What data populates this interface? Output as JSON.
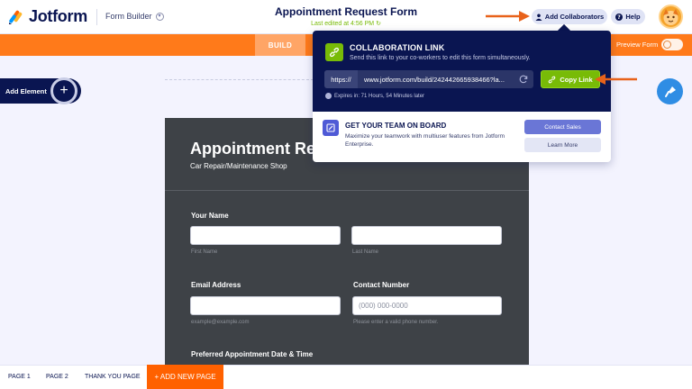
{
  "header": {
    "brand": "Jotform",
    "builder_menu": "Form Builder",
    "form_title": "Appointment Request Form",
    "last_edited": "Last edited at 4:56 PM",
    "add_collaborators": "Add Collaborators",
    "help": "Help"
  },
  "toolbar": {
    "build_tab": "BUILD",
    "preview_form": "Preview Form"
  },
  "sidebar": {
    "add_element": "Add Element"
  },
  "collab_popup": {
    "title": "COLLABORATION LINK",
    "description": "Send this link to your co-workers to edit this form simultaneously.",
    "url_prefix": "https://",
    "url": "www.jotform.com/build/242442665938466?la...",
    "copy_link": "Copy Link",
    "expires": "Expires in: 71 Hours, 54 Minutes later",
    "team_title": "GET YOUR TEAM ON BOARD",
    "team_description": "Maximize your teamwork with multiuser features from Jotform Enterprise.",
    "contact_sales": "Contact Sales",
    "learn_more": "Learn More"
  },
  "form": {
    "heading": "Appointment Req",
    "subheading": "Car Repair/Maintenance Shop",
    "name_label": "Your Name",
    "first_name_hint": "First Name",
    "last_name_hint": "Last Name",
    "email_label": "Email Address",
    "email_hint": "example@example.com",
    "contact_label": "Contact Number",
    "phone_placeholder": "(000) 000-0000",
    "phone_hint": "Please enter a valid phone number.",
    "date_label": "Preferred Appointment Date & Time"
  },
  "pages": {
    "page1": "PAGE 1",
    "page2": "PAGE 2",
    "thank_you": "THANK YOU PAGE",
    "add_new_page": "+ ADD NEW PAGE"
  },
  "colors": {
    "brand_navy": "#0a1551",
    "orange": "#ff7a1a",
    "green": "#78bb07",
    "annotation_arrow": "#e8621a"
  }
}
